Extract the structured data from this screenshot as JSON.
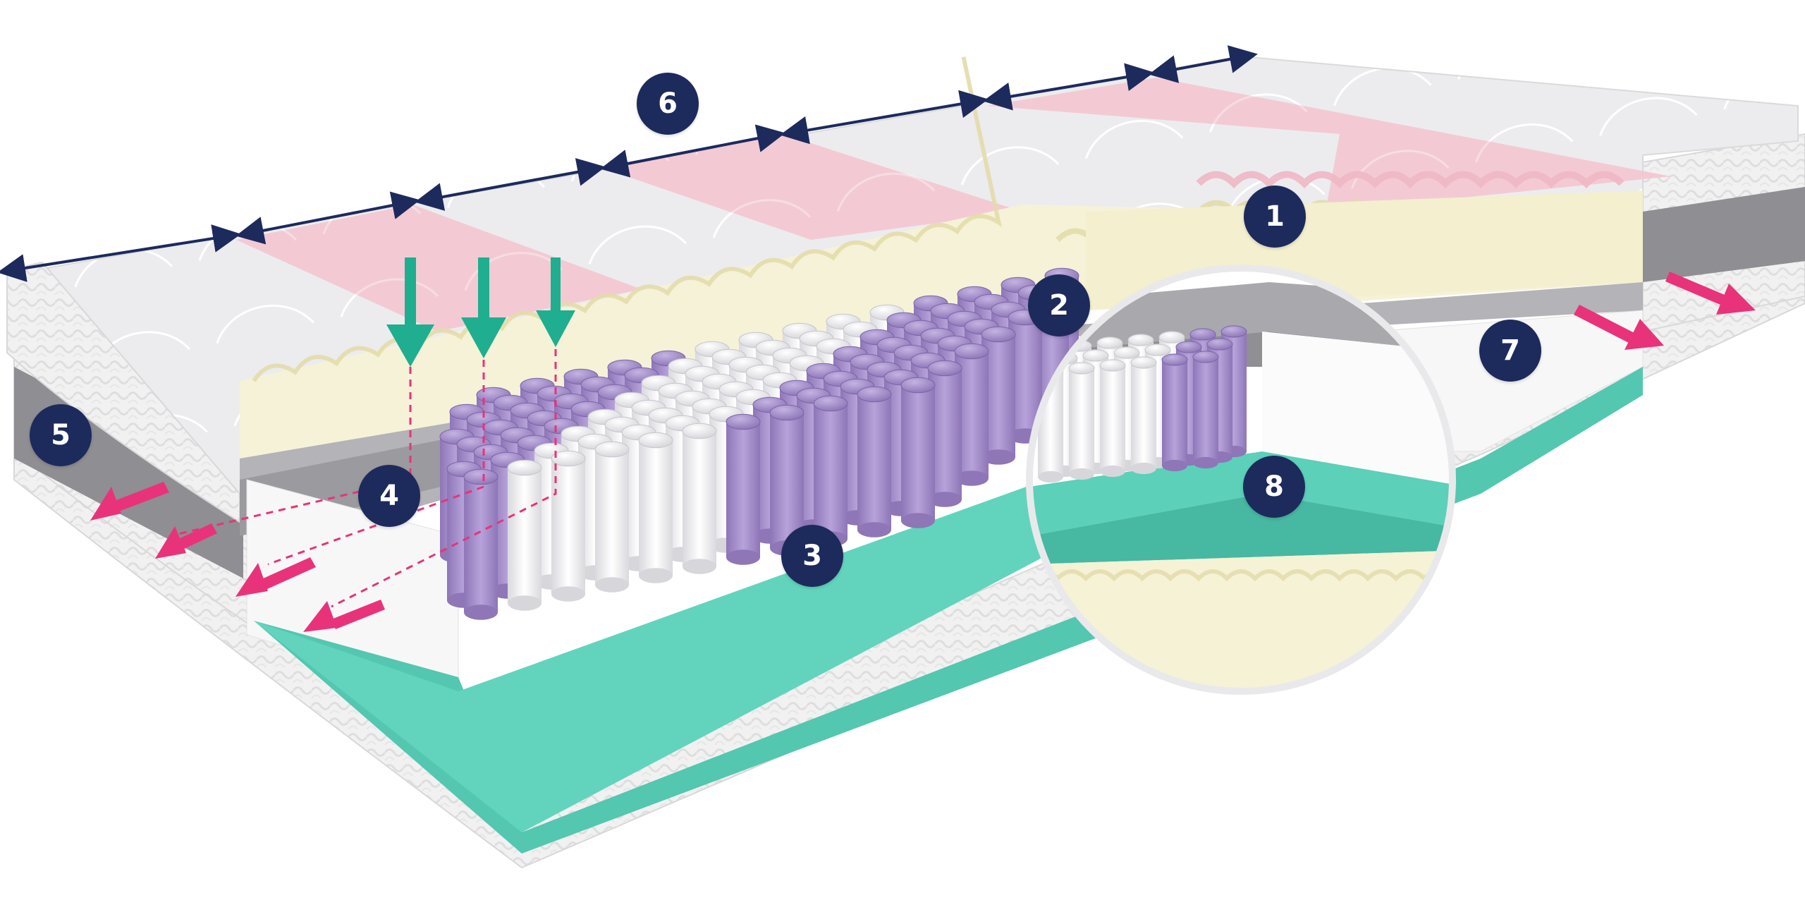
{
  "colors": {
    "navy": "#1d2a5c",
    "pink_arrow": "#e8337a",
    "teal_arrow": "#1fae8f",
    "teal_foam": "#5fd2bc",
    "cream_foam": "#f5f1d6",
    "purple_spring": "#a893cc",
    "white_spring": "#f4f4f6",
    "pink_zone": "#f2c4cf",
    "grey_layer": "#9a9a9e",
    "cover": "#eeeeee"
  },
  "badges": {
    "b1": "1",
    "b2": "2",
    "b3": "3",
    "b4": "4",
    "b5": "5",
    "b6": "6",
    "b7": "7",
    "b8": "8"
  },
  "icons": {
    "zone_dimension_arrow": "double-headed-arrow",
    "pressure_arrow": "down-arrow",
    "airflow_arrow": "diagonal-arrow"
  }
}
